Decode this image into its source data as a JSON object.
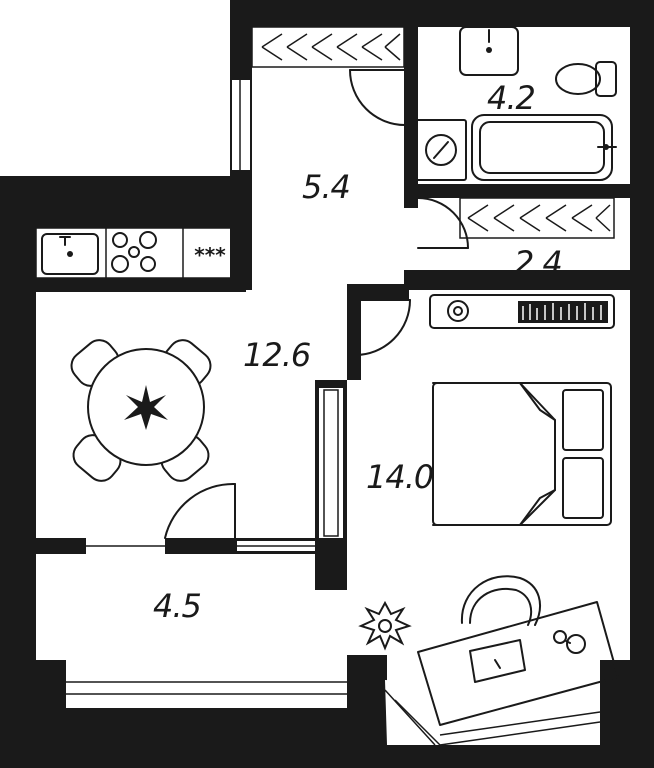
{
  "plan": {
    "rooms": [
      {
        "id": "corridor",
        "area": "5.4"
      },
      {
        "id": "bathroom",
        "area": "4.2"
      },
      {
        "id": "wardrobe",
        "area": "2.4"
      },
      {
        "id": "kitchen-living",
        "area": "12.6"
      },
      {
        "id": "bedroom",
        "area": "14.0"
      },
      {
        "id": "balcony",
        "area": "4.5"
      }
    ],
    "kitchen_counter_symbol": "***",
    "colors": {
      "wall": "#1a1a1a",
      "floor": "#ffffff"
    }
  }
}
